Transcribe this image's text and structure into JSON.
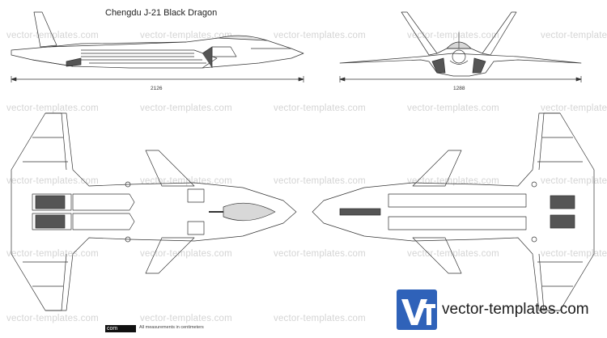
{
  "title": "Chengdu J-21 Black Dragon",
  "watermark": "vector-templates.com",
  "dimensions": {
    "length": "2126",
    "span": "1288"
  },
  "footer": {
    "badge": "com",
    "note": "All measurements in centimeters"
  },
  "brand": {
    "logo_letters": "VT",
    "name": "vector-templates.com"
  },
  "colors": {
    "brand_blue": "#2f62b9",
    "outline": "#333333",
    "panel_fill": "#555555",
    "watermark": "#d4d4d4"
  }
}
